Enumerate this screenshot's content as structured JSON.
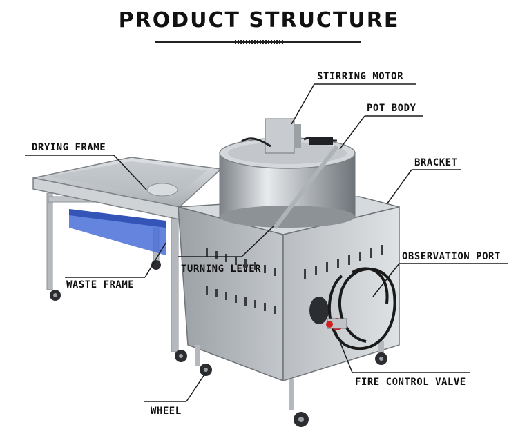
{
  "title": "PRODUCT STRUCTURE",
  "labels": {
    "stirring_motor": "STIRRING MOTOR",
    "pot_body": "POT BODY",
    "drying_frame": "DRYING FRAME",
    "bracket": "BRACKET",
    "observation_port": "OBSERVATION PORT",
    "turning_lever": "TURNING LEVER",
    "waste_frame": "WASTE FRAME",
    "fire_control_valve": "FIRE CONTROL VALVE",
    "wheel": "WHEEL"
  },
  "colors": {
    "text": "#111111",
    "leader_line": "#1a1a1a",
    "steel": "#c9ccd0",
    "steel_dark": "#8d9297",
    "waste_tray": "#4a6fd8",
    "hose": "#1a1a1a",
    "valve": "#d62020"
  }
}
